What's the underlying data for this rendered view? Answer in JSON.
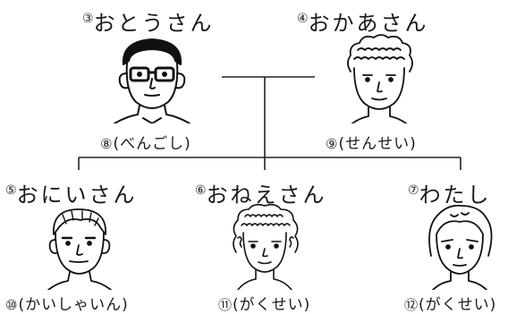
{
  "members": {
    "father": {
      "num": "③",
      "name": "おとうさん",
      "role_num": "⑧",
      "role": "(べんごし)"
    },
    "mother": {
      "num": "④",
      "name": "おかあさん",
      "role_num": "⑨",
      "role": "(せんせい)"
    },
    "elder_brother": {
      "num": "⑤",
      "name": "おにいさん",
      "role_num": "⑩",
      "role": "(かいしゃいん)"
    },
    "elder_sister": {
      "num": "⑥",
      "name": "おねえさん",
      "role_num": "⑪",
      "role": "(がくせい)"
    },
    "me": {
      "num": "⑦",
      "name": "わたし",
      "role_num": "⑫",
      "role": "(がくせい)"
    }
  }
}
